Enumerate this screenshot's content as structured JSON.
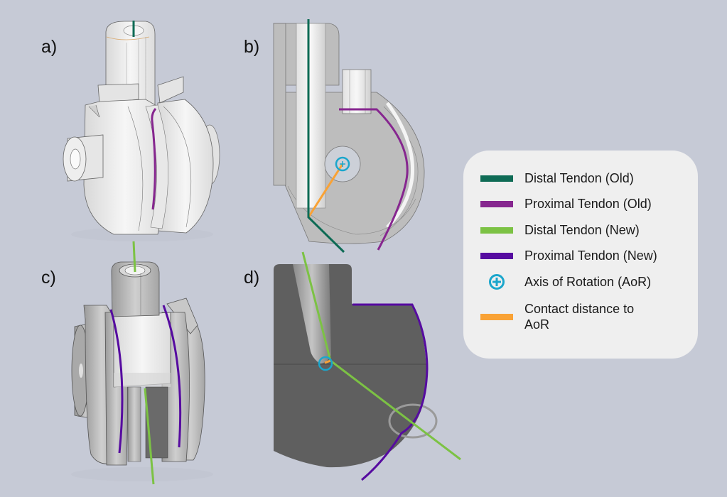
{
  "panels": [
    {
      "id": "a",
      "label": "a)"
    },
    {
      "id": "b",
      "label": "b)"
    },
    {
      "id": "c",
      "label": "c)"
    },
    {
      "id": "d",
      "label": "d)"
    }
  ],
  "legend": {
    "items": [
      {
        "label": "Distal Tendon (Old)",
        "color": "#0e6b55",
        "type": "line"
      },
      {
        "label": "Proximal Tendon (Old)",
        "color": "#86268f",
        "type": "line"
      },
      {
        "label": "Distal Tendon (New)",
        "color": "#7cc244",
        "type": "line"
      },
      {
        "label": "Proximal Tendon (New)",
        "color": "#560ba0",
        "type": "line"
      },
      {
        "label": "Axis of Rotation (AoR)",
        "color": "#1aa6cc",
        "type": "icon"
      },
      {
        "label": "Contact distance to AoR",
        "color": "#f9a235",
        "type": "line"
      }
    ]
  },
  "colors": {
    "background": "#c6cad6",
    "legend_bg": "#efefef",
    "part_light": "#ececec",
    "part_mid": "#bdbdbd",
    "part_dark": "#5f5f5f",
    "highlight_circle": "#9a9a9a"
  }
}
